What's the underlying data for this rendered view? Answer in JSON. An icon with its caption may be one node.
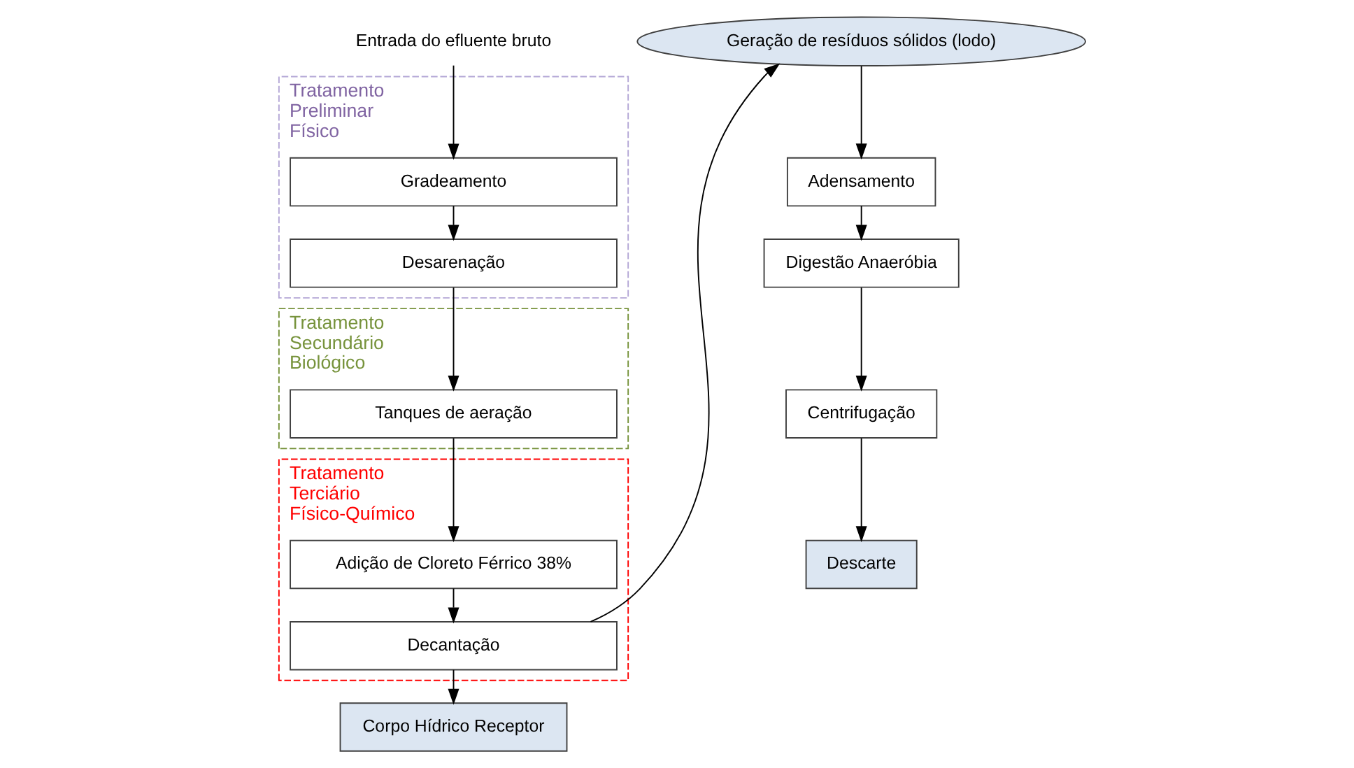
{
  "diagram": {
    "nodes": [
      {
        "text": [
          "Entrada do efluente bruto"
        ]
      },
      {
        "text": [
          "Tratamento Preliminar Físico"
        ]
      },
      {
        "text": [
          "Gradeamento"
        ],
        "in": 1
      },
      {
        "text": [
          "Desarenação"
        ],
        "in": 1
      },
      {
        "text": [
          "Tratamento Secundário Biológico"
        ]
      },
      {
        "text": [
          "Tanques de aeração"
        ],
        "in": 4
      },
      {
        "text": [
          "Tratamento Terciário Físico-Químico"
        ]
      },
      {
        "text": [
          "Adição de Cloreto Férrico 38%"
        ],
        "in": 6
      },
      {
        "text": [
          "Decantação"
        ],
        "in": 6
      },
      {
        "text": [
          "Corpo Hídrico Receptor"
        ]
      },
      {
        "text": [
          "Geração de resíduos sólidos (lodo)"
        ]
      },
      {
        "text": [
          "Adensamento"
        ]
      },
      {
        "text": [
          "Digestão Anaeróbia"
        ]
      },
      {
        "text": [
          "Centrifugação"
        ]
      },
      {
        "text": [
          "Descarte"
        ]
      }
    ],
    "edges": [
      {
        "from": 0,
        "to": 2,
        "arrow": "to"
      },
      {
        "from": 2,
        "to": 3,
        "arrow": "to"
      },
      {
        "from": 3,
        "to": 5,
        "arrow": "to"
      },
      {
        "from": 5,
        "to": 7,
        "arrow": "to"
      },
      {
        "from": 7,
        "to": 8,
        "arrow": "to"
      },
      {
        "from": 8,
        "to": 9,
        "arrow": "to"
      },
      {
        "from": 8,
        "to": 10,
        "arrow": "to"
      },
      {
        "from": 10,
        "to": 11,
        "arrow": "to"
      },
      {
        "from": 11,
        "to": 12,
        "arrow": "to"
      },
      {
        "from": 12,
        "to": 13,
        "arrow": "to"
      },
      {
        "from": 13,
        "to": 14,
        "arrow": "to"
      }
    ]
  }
}
